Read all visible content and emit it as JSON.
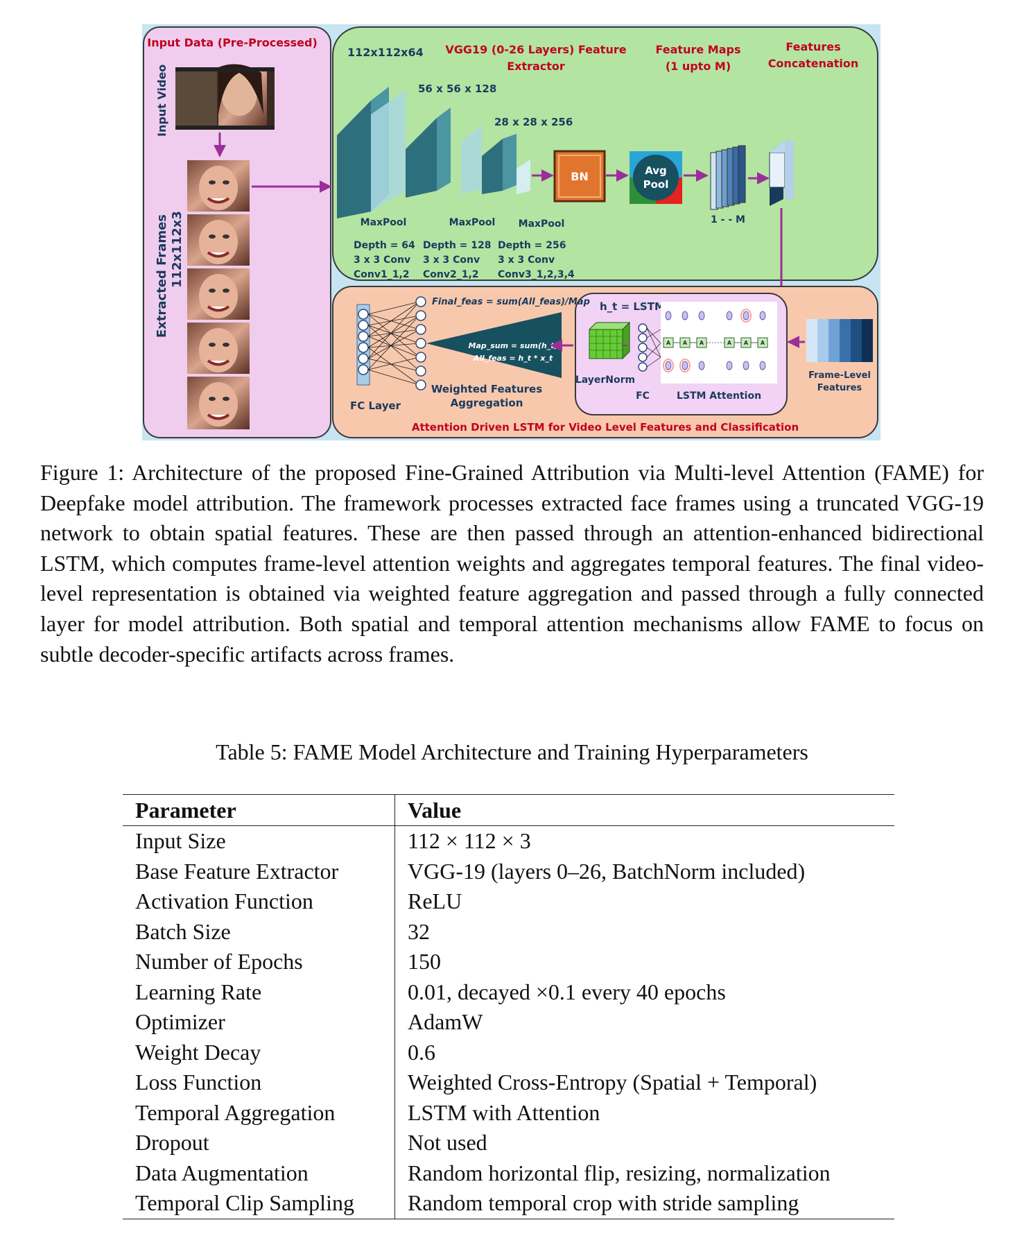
{
  "figure": {
    "input_panel_title": "Input Data (Pre-Processed)",
    "input_video_label": "Input Video",
    "extracted_frames_label": "Extracted Frames",
    "frame_size_label": "112x112x3",
    "block1_dims": "112x112x64",
    "block2_dims": "56 x 56 x 128",
    "block3_dims": "28 x 28 x 256",
    "vgg_title_line1": "VGG19 (0-26 Layers) Feature",
    "vgg_title_line2": "Extractor",
    "feature_maps_line1": "Feature Maps",
    "feature_maps_line2": "(1 upto M)",
    "concat_line1": "Features",
    "concat_line2": "Concatenation",
    "maxpool1": "MaxPool",
    "maxpool2": "MaxPool",
    "maxpool3": "MaxPool",
    "bn_label": "BN",
    "avgpool_line1": "Avg",
    "avgpool_line2": "Pool",
    "maps_range": "1 - - M",
    "depth1": [
      "Depth = 64",
      "3 x 3 Conv",
      "Conv1_1,2"
    ],
    "depth2": [
      "Depth = 128",
      "3 x 3 Conv",
      "Conv2_1,2"
    ],
    "depth3": [
      "Depth = 256",
      "3 x 3 Conv",
      "Conv3_1,2,3,4"
    ],
    "final_feas_eq": "Final_feas = sum(All_feas)/Map",
    "map_sum_eq": "Map_sum = sum(h_t)",
    "all_feas_eq": "All_feas = h_t * x_t",
    "weighted_line1": "Weighted Features",
    "weighted_line2": "Aggregation",
    "fc_layer_label": "FC Layer",
    "lstm_eq": "h_t = LSTM(x_t)",
    "layernorm_label": "LayerNorm",
    "fc_label": "FC",
    "lstm_attention_label": "LSTM Attention",
    "frame_level_line1": "Frame-Level",
    "frame_level_line2": "Features",
    "bottom_banner": "Attention Driven LSTM for Video Level Features and Classification",
    "lstm_cell_letter": "A",
    "colors": {
      "input_panel": "#f0cdee",
      "vgg_panel": "#b4e4a2",
      "attention_panel": "#f8c8ad",
      "lstm_inner": "#f2d2f5",
      "cube": "#2e6f7d",
      "bn": "#e2752d",
      "arrow": "#9a2f9a",
      "title_red": "#c00020",
      "text_blue": "#1a3a5c"
    }
  },
  "caption": "Figure 1: Architecture of the proposed Fine-Grained Attribution via Multi-level Attention (FAME) for Deepfake model attribution. The framework processes extracted face frames using a truncated VGG-19 network to obtain spatial features. These are then passed through an attention-enhanced bidirectional LSTM, which computes frame-level attention weights and aggregates temporal features. The final video-level representation is obtained via weighted feature aggregation and passed through a fully connected layer for model attribution. Both spatial and temporal attention mechanisms allow FAME to focus on subtle decoder-specific artifacts across frames.",
  "table": {
    "title": "Table 5: FAME Model Architecture and Training Hyperparameters",
    "headers": [
      "Parameter",
      "Value"
    ],
    "rows": [
      [
        "Input Size",
        "112 × 112 × 3"
      ],
      [
        "Base Feature Extractor",
        "VGG-19 (layers 0–26, BatchNorm included)"
      ],
      [
        "Activation Function",
        "ReLU"
      ],
      [
        "Batch Size",
        "32"
      ],
      [
        "Number of Epochs",
        "150"
      ],
      [
        "Learning Rate",
        "0.01, decayed ×0.1 every 40 epochs"
      ],
      [
        "Optimizer",
        "AdamW"
      ],
      [
        "Weight Decay",
        "0.6"
      ],
      [
        "Loss Function",
        "Weighted Cross-Entropy (Spatial + Temporal)"
      ],
      [
        "Temporal Aggregation",
        "LSTM with Attention"
      ],
      [
        "Dropout",
        "Not used"
      ],
      [
        "Data Augmentation",
        "Random horizontal flip, resizing, normalization"
      ],
      [
        "Temporal Clip Sampling",
        "Random temporal crop with stride sampling"
      ]
    ]
  }
}
